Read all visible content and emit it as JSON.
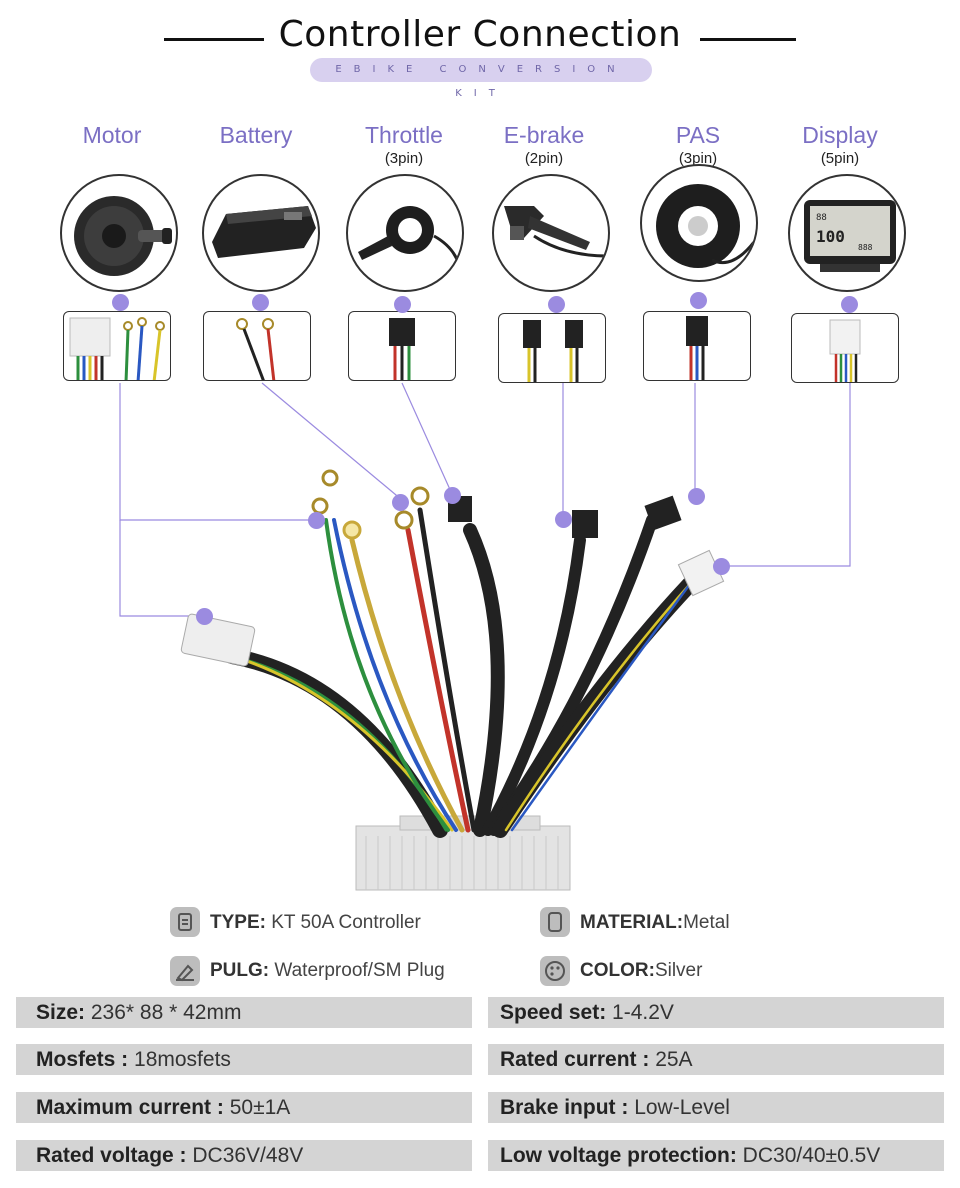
{
  "header": {
    "title": "Controller Connection",
    "subtitle": "EBIKE CONVERSION KIT"
  },
  "components": [
    {
      "label": "Motor",
      "pins": ""
    },
    {
      "label": "Battery",
      "pins": ""
    },
    {
      "label": "Throttle",
      "pins": "(3pin)"
    },
    {
      "label": "E-brake",
      "pins": "(2pin)"
    },
    {
      "label": "PAS",
      "pins": "(3pin)"
    },
    {
      "label": "Display",
      "pins": "(5pin)"
    }
  ],
  "display_screen": {
    "top": "88",
    "main": "100",
    "small": "888"
  },
  "specs": {
    "type_key": "TYPE:",
    "type_val": " KT 50A Controller",
    "material_key": "MATERIAL:",
    "material_val": "Metal",
    "plug_key": "PULG:",
    "plug_val": " Waterproof/SM Plug",
    "color_key": "COLOR:",
    "color_val": "Silver"
  },
  "table": {
    "size_key": "Size:",
    "size_val": " 236* 88 * 42mm",
    "speed_key": "Speed set:",
    "speed_val": " 1-4.2V",
    "mosfets_key": "Mosfets :",
    "mosfets_val": " 18mosfets",
    "rated_current_key": "Rated current :",
    "rated_current_val": " 25A",
    "max_current_key": "Maximum current :",
    "max_current_val": " 50±1A",
    "brake_key": "Brake input :",
    "brake_val": " Low-Level",
    "rated_voltage_key": "Rated voltage :",
    "rated_voltage_val": " DC36V/48V",
    "lvp_key": "Low voltage protection:",
    "lvp_val": " DC30/40±0.5V"
  },
  "colors": {
    "accent": "#7b6fc4",
    "dot": "#9b8be0",
    "bar": "#d4d4d4"
  }
}
